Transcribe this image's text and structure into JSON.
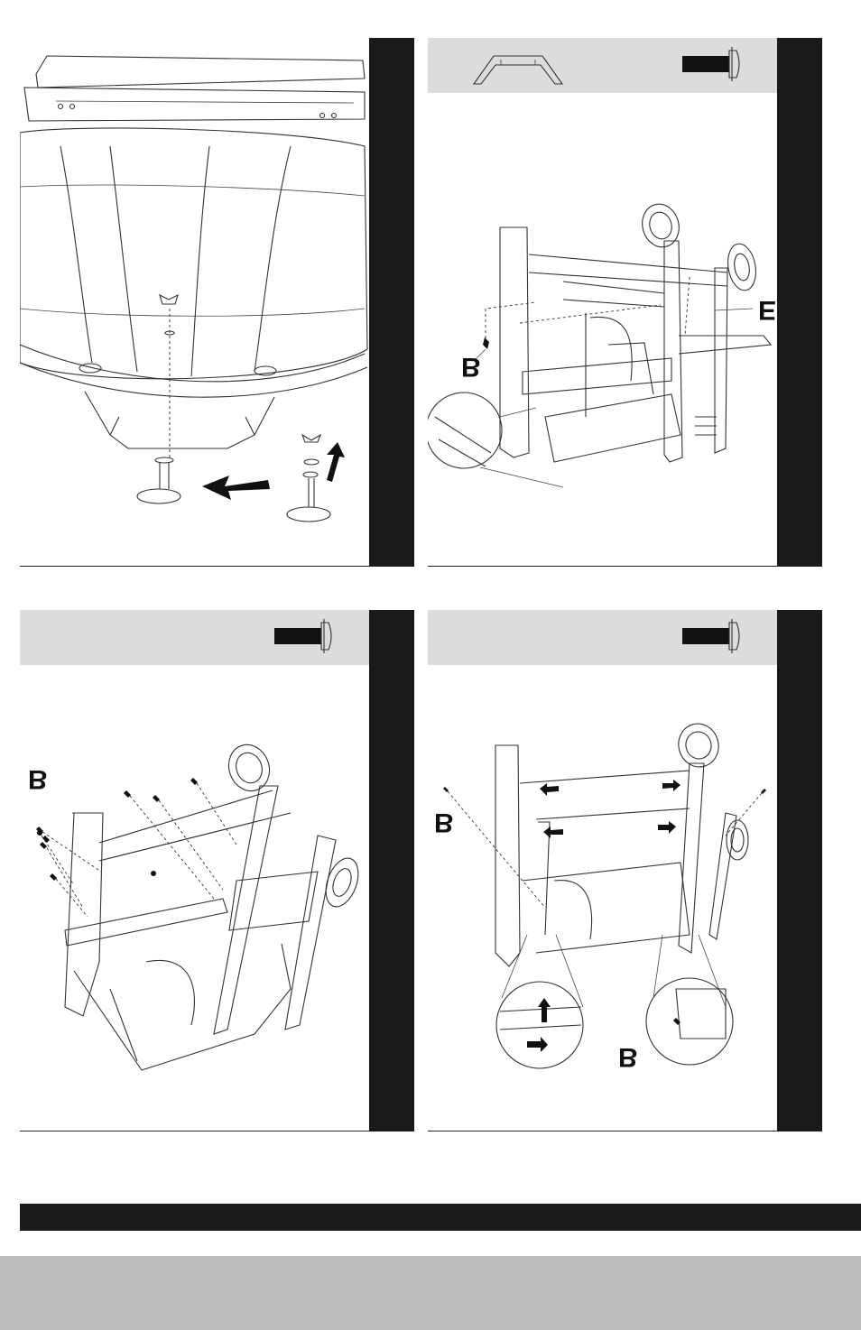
{
  "panels": [
    {
      "id": "p1",
      "callouts": []
    },
    {
      "id": "p2",
      "callouts": [
        "B",
        "E"
      ]
    },
    {
      "id": "p3",
      "callouts": [
        "B"
      ]
    },
    {
      "id": "p4",
      "callouts": [
        "B",
        "B"
      ]
    }
  ],
  "icons": {
    "bolt": "bolt-icon",
    "handle": "handle-icon",
    "arrow": "arrow-icon"
  },
  "colors": {
    "side_bar": "#1a1a1a",
    "hardware_bar": "#dcdcdc",
    "footer_bar": "#1a1a1a",
    "page_band": "#bdbdbd"
  }
}
